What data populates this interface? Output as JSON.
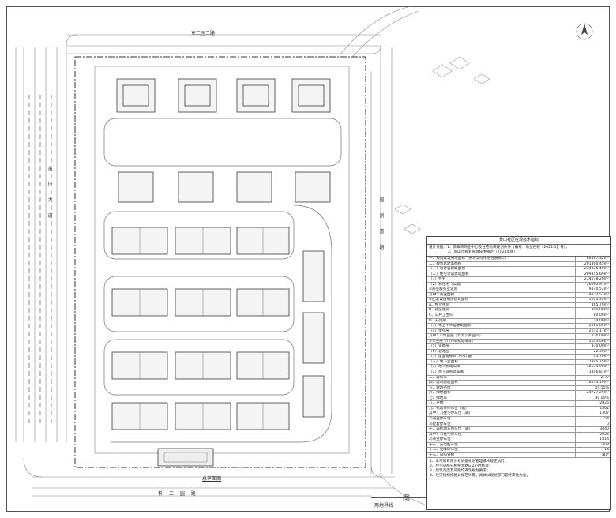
{
  "streets": {
    "top": "东二园二路",
    "bottom": "科 工 园 路",
    "left": "东 环 大 道",
    "right": "规 划 道 路"
  },
  "map_title": "总平面图",
  "drawing_label": "图",
  "title_block": "用地界线",
  "table": {
    "title": "景山社区控规技术指标",
    "basis": [
      "设计依据：1、翡翠湾商业中心及住宅地块规划条件（编号：翡台控规【2021-1】号）；",
      "2、翡山市规划管理技术规定（2024年版）"
    ],
    "rows": [
      {
        "label": "一、规划建设用地面积（按与实际用地性质统计）",
        "value": "84567.32m²"
      },
      {
        "label": "二、规划总建筑面积",
        "value": "291300.45m²"
      },
      {
        "label": "（一）总计容建筑面积",
        "value": "234335.49m²"
      },
      {
        "label": "（二）住宅计容建筑面积",
        "value": "209355.69m²"
      },
      {
        "label": "（1）住宅",
        "value": "234078.20m²"
      },
      {
        "label": "（2）非住宅（公建）",
        "value": "26660.97m²"
      },
      {
        "label": "①商业服务业设施",
        "value": "9870.53m²"
      },
      {
        "label": "其中：商业面积",
        "value": "9870.53m²"
      },
      {
        "label": "②配套设施用房建筑面积",
        "value": "1011.35m²"
      },
      {
        "label": "A、物业用房",
        "value": "465.79m²"
      },
      {
        "label": "B、社区用房",
        "value": "300.00m²"
      },
      {
        "label": "C、公共卫生间",
        "value": "80.00m²"
      },
      {
        "label": "D、开闭所",
        "value": "24.00m²"
      },
      {
        "label": "（3）地上不计容建筑面积",
        "value": "2161.85m²"
      },
      {
        "label": "（4）架空层",
        "value": "2031.17m²"
      },
      {
        "label": "其中：①架空层（作为公共空间）",
        "value": "830.00m²"
      },
      {
        "label": "②架空层（作为非机动车库）",
        "value": "1635.00m²"
      },
      {
        "label": "（5）设备层",
        "value": "330.00m²"
      },
      {
        "label": "（6）避难层",
        "value": "22.30m²"
      },
      {
        "label": "（7）屋面楼梯间（不计容）",
        "value": "95.70m²"
      },
      {
        "label": "（三）地下室面积",
        "value": "22305.15m²"
      },
      {
        "label": "（1）地下机动车库",
        "value": "48634.90m²"
      },
      {
        "label": "（2）地下非机动车库",
        "value": "3846.81m²"
      },
      {
        "label": "三、容积率",
        "value": "2.77"
      },
      {
        "label": "四、建筑基底面积",
        "value": "16534.19m²"
      },
      {
        "label": "五、建筑密度",
        "value": "19.55%"
      },
      {
        "label": "六、绿地面积",
        "value": "24727.29m²"
      },
      {
        "label": "七、绿地率",
        "value": "30.00%"
      },
      {
        "label": "八、户数",
        "value": "2026"
      },
      {
        "label": "九、机动车停车位（辆）",
        "value": "1361"
      },
      {
        "label": "其中：1)住宅停车位（辆）",
        "value": "1307"
      },
      {
        "label": "2)商业停车位",
        "value": "54"
      },
      {
        "label": "3)配套停车位",
        "value": "0"
      },
      {
        "label": "十、非机动车停车位（辆）",
        "value": "3840"
      },
      {
        "label": "其中：1)住宅停车位",
        "value": "2026"
      },
      {
        "label": "2)商业停车位",
        "value": "1814"
      },
      {
        "label": "十一、充电桩车位",
        "value": "408"
      },
      {
        "label": "十二、无障碍车位",
        "value": "14"
      },
      {
        "label": "十三、日照分析",
        "value": "满足"
      }
    ],
    "notes": [
      "1、本项目日照分析依据规划管理技术规定执行；",
      "2、住宅日照分析按大寒日2小时标准；",
      "3、建筑高度及间距均满足规划要求；",
      "4、经济指标按相关规范计算，具体以规划部门最终审批为准。"
    ]
  }
}
